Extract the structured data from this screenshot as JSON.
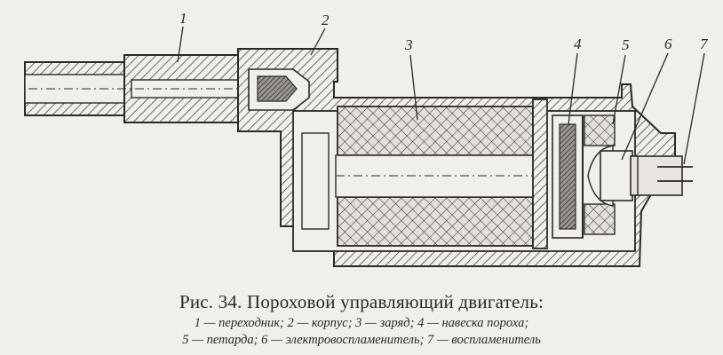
{
  "figure": {
    "title": "Рис. 34. Пороховой управляющий двигатель:",
    "legend_line1": "1 — переходник;  2 — корпус;  3 — заряд;  4 — навеска пороха;",
    "legend_line2": "5 — петарда;  6 — электровоспламенитель;  7 — воспламенитель",
    "callouts": [
      "1",
      "2",
      "3",
      "4",
      "5",
      "6",
      "7"
    ]
  }
}
